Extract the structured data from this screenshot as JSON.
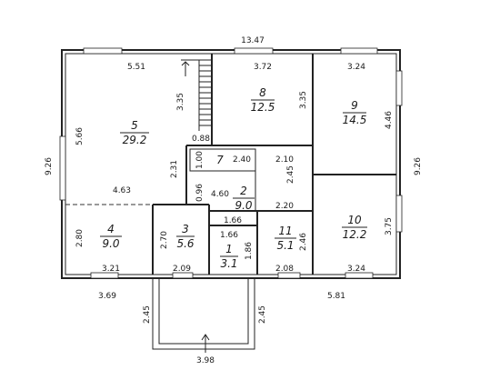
{
  "overall": {
    "top_width": "13.47",
    "left_height": "9.26",
    "right_height": "9.26",
    "bottom_left": "3.69",
    "bottom_right": "5.81",
    "porch_width": "3.98",
    "porch_depth_left": "2.45",
    "porch_depth_right": "2.45"
  },
  "rooms": [
    {
      "id": "r5",
      "number": "5",
      "area": "29.2"
    },
    {
      "id": "r8",
      "number": "8",
      "area": "12.5"
    },
    {
      "id": "r9",
      "number": "9",
      "area": "14.5"
    },
    {
      "id": "r7",
      "number": "7",
      "area": "2.40"
    },
    {
      "id": "r2",
      "number": "2",
      "area": "9.0"
    },
    {
      "id": "r4",
      "number": "4",
      "area": "9.0"
    },
    {
      "id": "r3",
      "number": "3",
      "area": "5.6"
    },
    {
      "id": "r1",
      "number": "1",
      "area": "3.1"
    },
    {
      "id": "r11",
      "number": "11",
      "area": "5.1"
    },
    {
      "id": "r10",
      "number": "10",
      "area": "12.2"
    }
  ],
  "dims": {
    "r5_top": "5.51",
    "r5_left": "5.66",
    "r5_stair": "3.35",
    "r5_bottom": "4.63",
    "r5_inner": "2.31",
    "r8_top": "3.72",
    "r8_right": "3.35",
    "r9_top": "3.24",
    "r9_right": "4.46",
    "corr_088": "0.88",
    "r7_100": "1.00",
    "r2_210": "2.10",
    "r2_245": "2.45",
    "r2_460": "4.60",
    "r2_096": "0.96",
    "r2_220": "2.20",
    "r2_166": "1.66",
    "r4_left": "2.80",
    "r4_bottom": "3.21",
    "r3_left": "2.70",
    "r3_bottom": "2.09",
    "r1_top": "1.66",
    "r1_right": "1.86",
    "r11_right": "2.46",
    "r11_bottom": "2.08",
    "r10_right": "3.75",
    "r10_bottom": "3.24"
  }
}
